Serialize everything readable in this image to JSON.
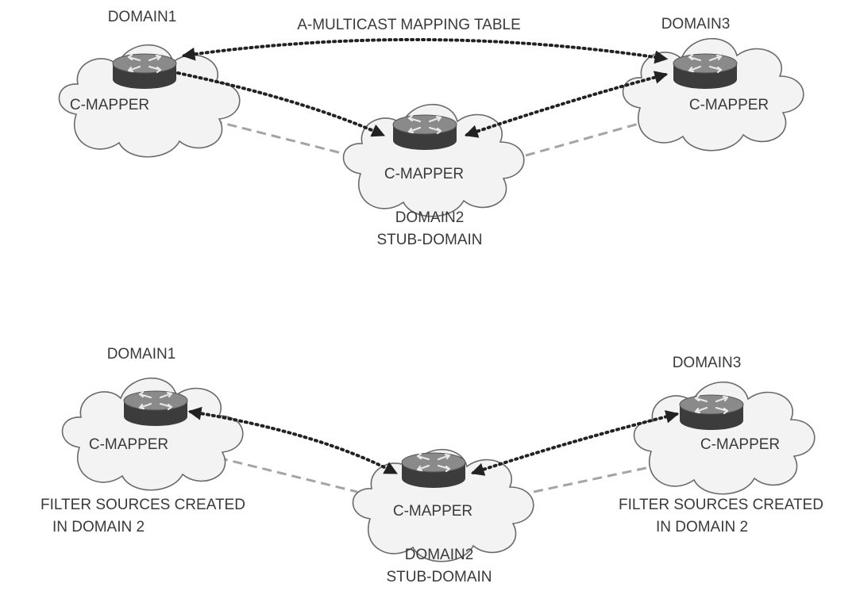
{
  "top_diagram": {
    "title": "A-MULTICAST MAPPING TABLE",
    "domain1": {
      "name": "DOMAIN1",
      "router_label": "C-MAPPER"
    },
    "domain2": {
      "name": "DOMAIN2",
      "subtitle": "STUB-DOMAIN",
      "router_label": "C-MAPPER"
    },
    "domain3": {
      "name": "DOMAIN3",
      "router_label": "C-MAPPER"
    }
  },
  "bottom_diagram": {
    "domain1": {
      "name": "DOMAIN1",
      "router_label": "C-MAPPER",
      "note_line1": "FILTER SOURCES CREATED",
      "note_line2": "IN DOMAIN 2"
    },
    "domain2": {
      "name": "DOMAIN2",
      "subtitle": "STUB-DOMAIN",
      "router_label": "C-MAPPER"
    },
    "domain3": {
      "name": "DOMAIN3",
      "router_label": "C-MAPPER",
      "note_line1": "FILTER SOURCES CREATED",
      "note_line2": "IN DOMAIN 2"
    }
  },
  "icons": {
    "router": "router-icon",
    "cloud": "cloud-shape",
    "arrowhead": "arrowhead-icon"
  },
  "colors": {
    "text": "#3a3a3a",
    "router_top": "#8a8a8a",
    "router_body": "#3c3c3c",
    "dashed_link": "#a4a4a4",
    "dotted_link": "#222222",
    "cloud_fill": "#f3f3f3"
  }
}
